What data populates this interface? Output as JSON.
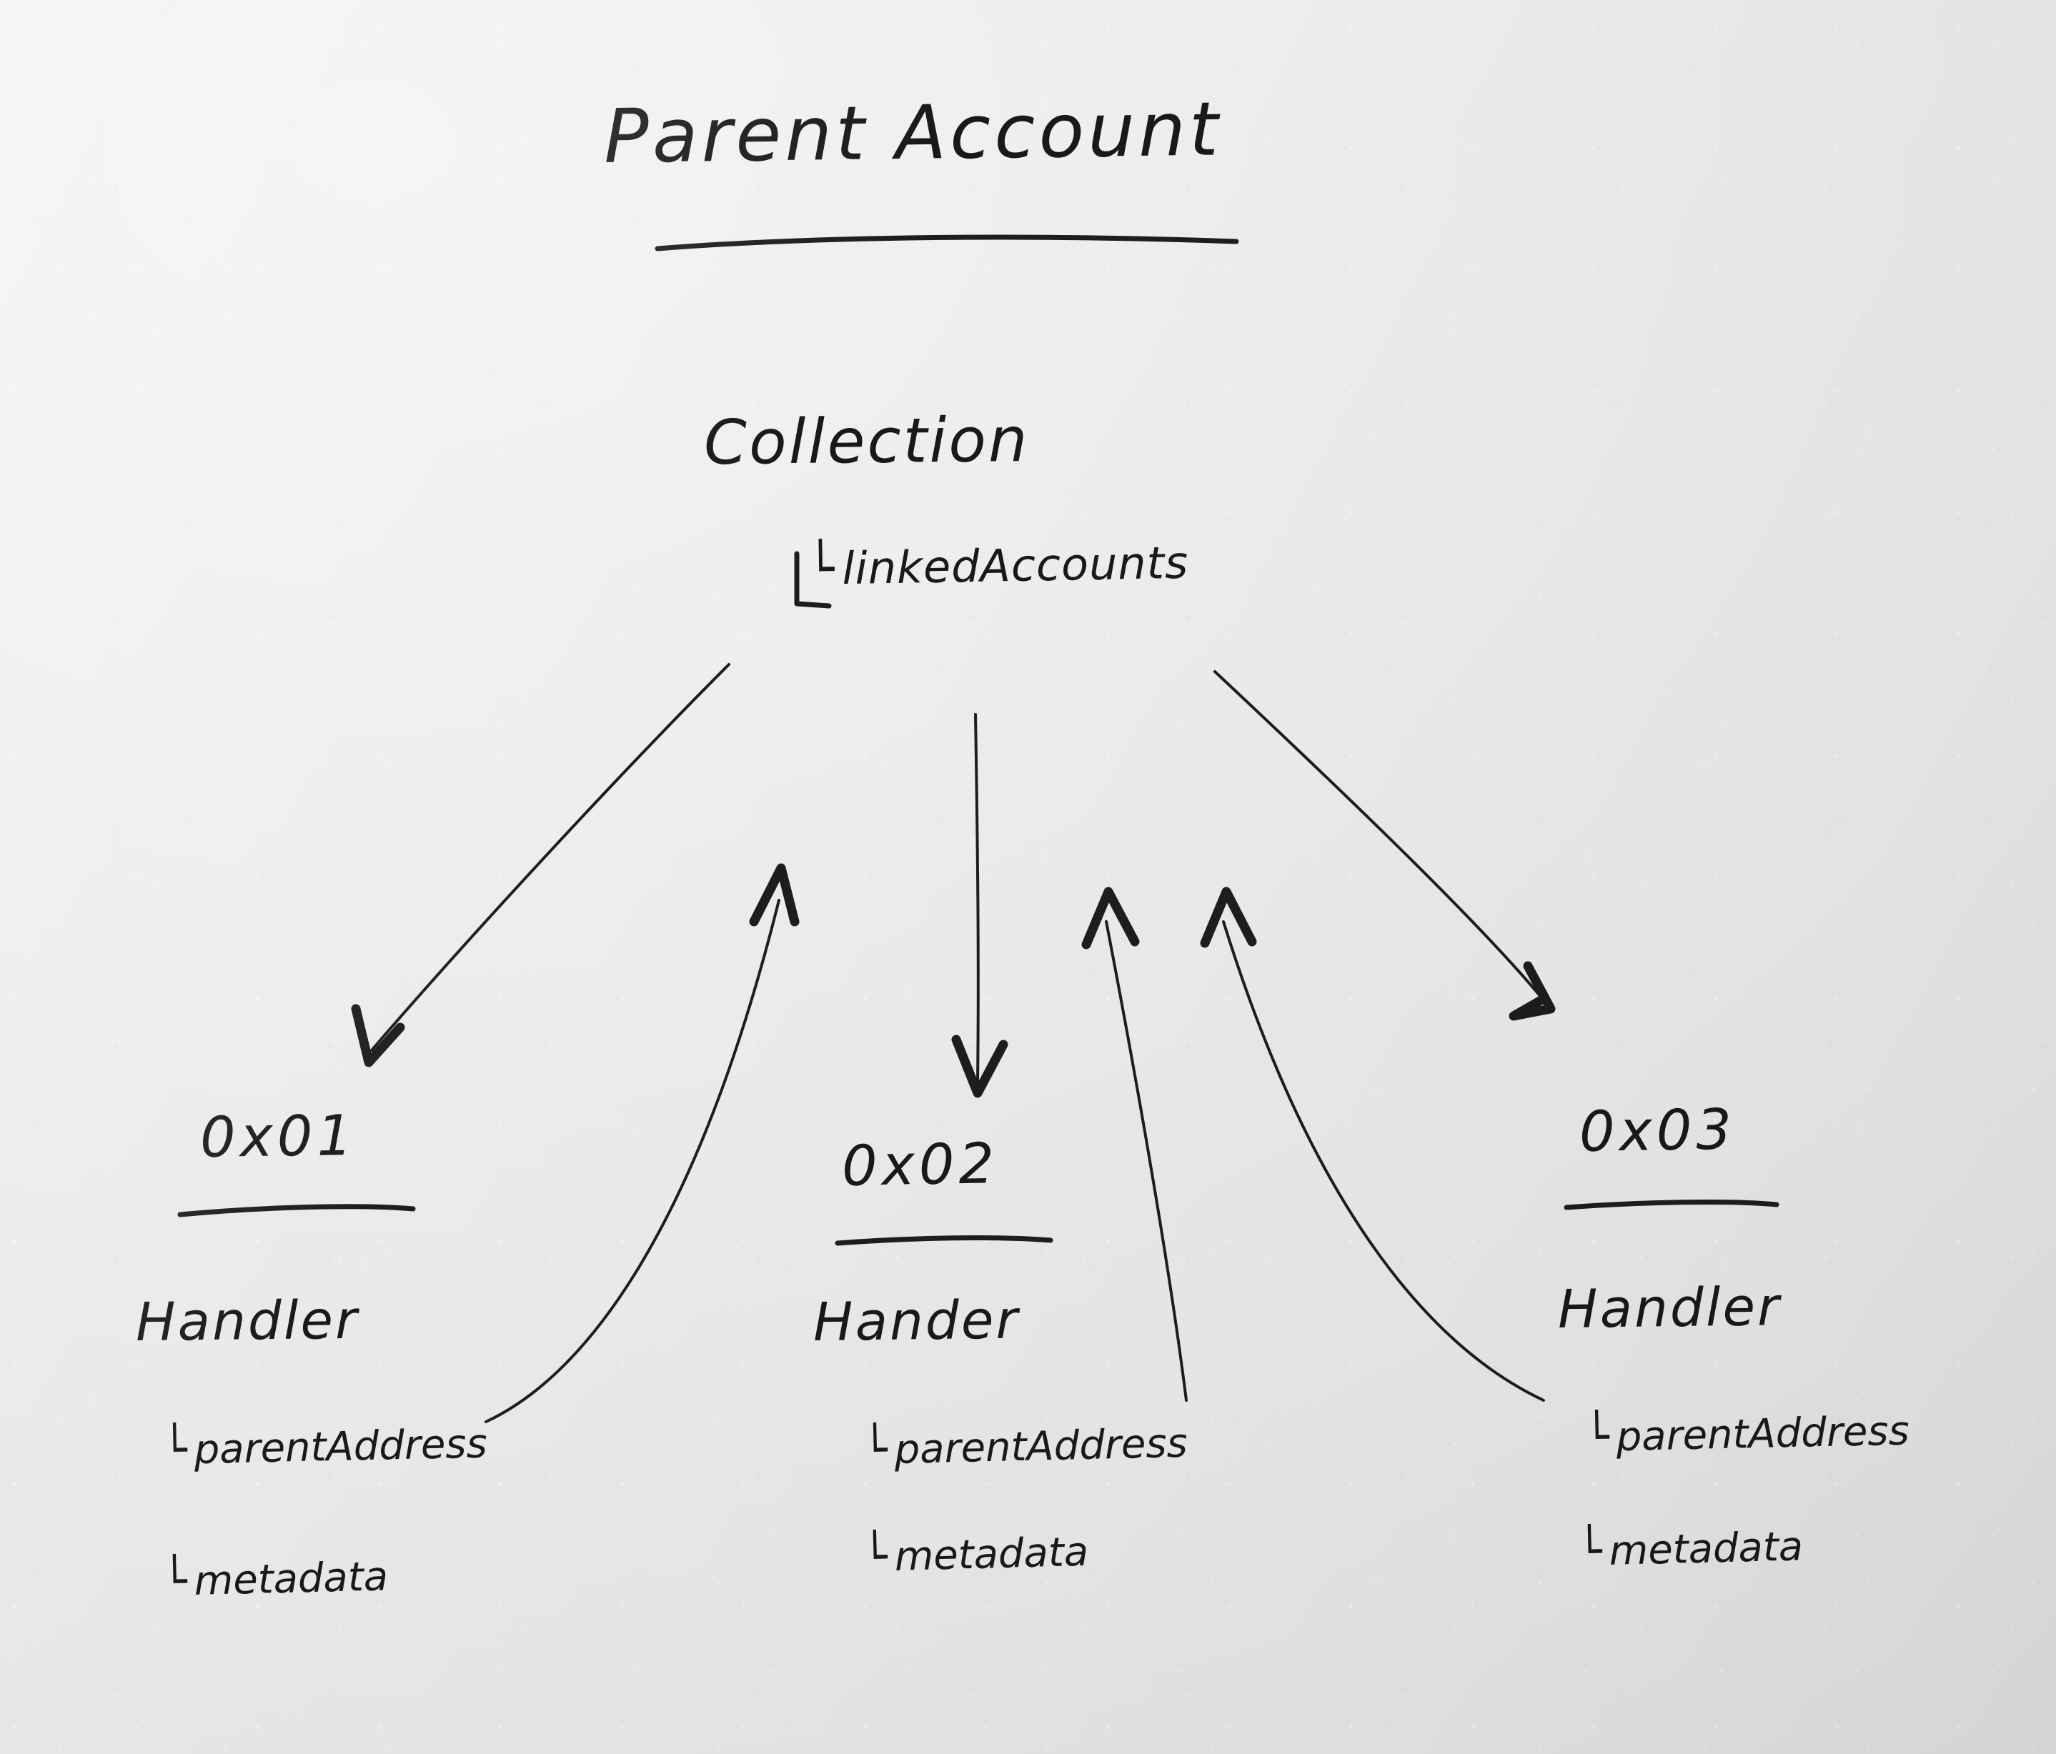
{
  "title": "Parent Account",
  "root": {
    "label": "Collection",
    "child_prefix": "└",
    "child_label": "linkedAccounts"
  },
  "field_prefix": "└",
  "nodes": [
    {
      "id": "0x01",
      "handler": "Handler",
      "fields": [
        "parentAddress",
        "metadata"
      ]
    },
    {
      "id": "0x02",
      "handler": "Hander",
      "fields": [
        "parentAddress",
        "metadata"
      ]
    },
    {
      "id": "0x03",
      "handler": "Handler",
      "fields": [
        "parentAddress",
        "metadata"
      ]
    }
  ],
  "colors": {
    "board": "#eceded",
    "ink": "#18191b",
    "ink_light": "#3b3e41"
  }
}
